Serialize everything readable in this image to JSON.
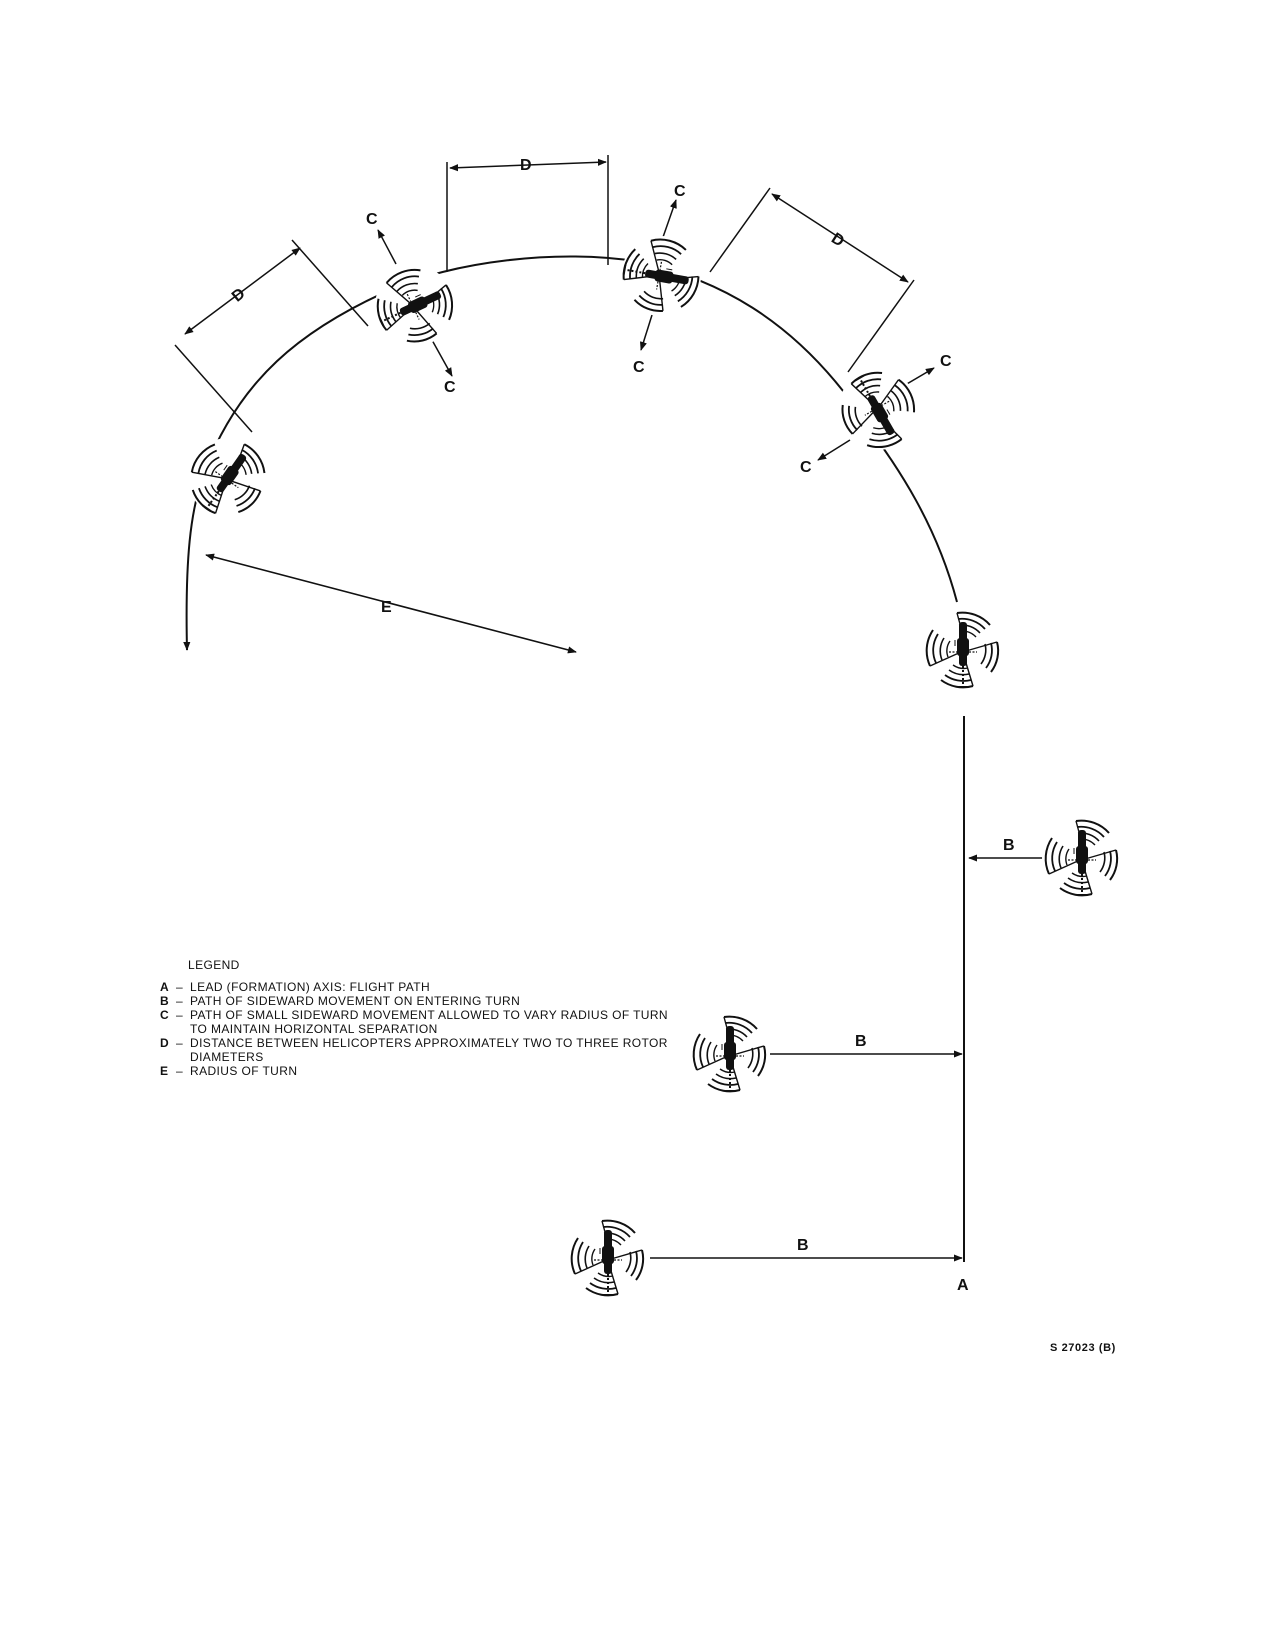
{
  "labels": {
    "A": "A",
    "B": "B",
    "C": "C",
    "D": "D",
    "E": "E"
  },
  "legend": {
    "title": "LEGEND",
    "items": [
      {
        "key": "A",
        "text": "LEAD (FORMATION) AXIS: FLIGHT PATH"
      },
      {
        "key": "B",
        "text": "PATH OF SIDEWARD MOVEMENT ON ENTERING TURN"
      },
      {
        "key": "C",
        "text": "PATH OF SMALL SIDEWARD MOVEMENT ALLOWED TO VARY RADIUS OF TURN TO MAINTAIN HORIZONTAL SEPARATION"
      },
      {
        "key": "D",
        "text": "DISTANCE BETWEEN HELICOPTERS APPROXIMATELY TWO TO THREE ROTOR DIAMETERS"
      },
      {
        "key": "E",
        "text": "RADIUS OF TURN"
      }
    ]
  },
  "figure_id": "S 27023 (B)",
  "colors": {
    "ink": "#111111",
    "paper": "#ffffff"
  },
  "icons": {
    "helicopter": "helicopter-rotor-icon"
  }
}
